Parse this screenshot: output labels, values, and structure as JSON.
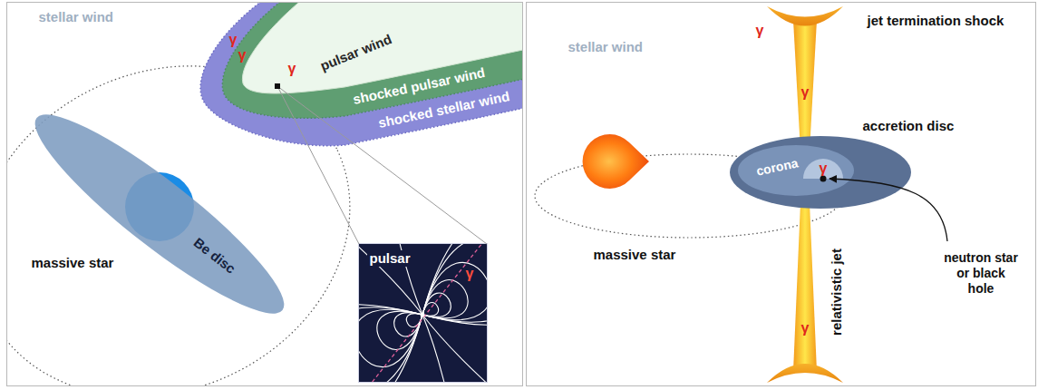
{
  "diagram": {
    "nodes": [
      {
        "text": [
          "shocked stellar wind"
        ]
      },
      {
        "text": [
          "shocked pulsar wind"
        ],
        "in": 0
      },
      {
        "text": [
          "pulsar wind"
        ],
        "in": 1
      },
      {
        "text": [
          "Be disc"
        ]
      },
      {
        "text": [
          "pulsar"
        ]
      },
      {
        "text": [
          "accretion disc"
        ]
      },
      {
        "text": [
          "corona"
        ],
        "in": 5
      }
    ],
    "labels": [
      "stellar wind",
      "γ",
      "γ",
      "γ",
      "massive star",
      "γ",
      "stellar wind",
      "γ",
      "jet termination shock",
      "γ",
      "γ",
      "massive star",
      "neutron star or black hole",
      "relativistic jet",
      "γ"
    ]
  }
}
